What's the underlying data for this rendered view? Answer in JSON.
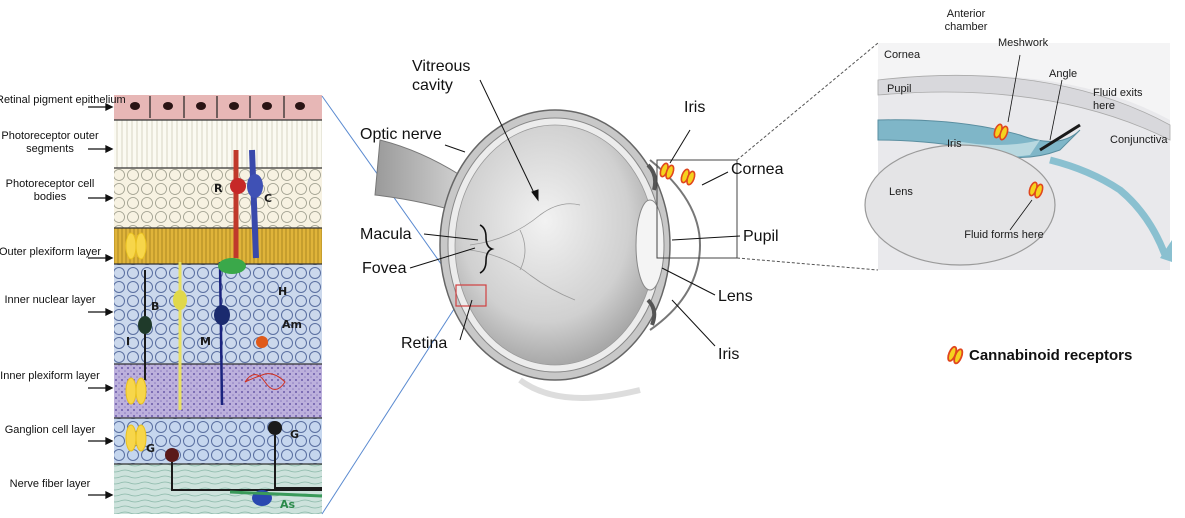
{
  "retina_panel": {
    "layers": [
      {
        "label": "Retinal pigment epithelium"
      },
      {
        "label": "Photoreceptor outer segments"
      },
      {
        "label": "Photoreceptor cell bodies"
      },
      {
        "label": "Outer plexiform layer"
      },
      {
        "label": "Inner nuclear layer"
      },
      {
        "label": "Inner plexiform layer"
      },
      {
        "label": "Ganglion cell layer"
      },
      {
        "label": "Nerve fiber layer"
      }
    ],
    "cell_letters": {
      "r": "R",
      "c": "C",
      "h": "H",
      "b": "B",
      "m": "M",
      "i": "I",
      "am": "Am",
      "g1": "G",
      "g2": "G",
      "as": "As"
    },
    "layer_colors": {
      "epithelium": "#e7b7b6",
      "outer_segments": "#fbfaf2",
      "cell_bodies": "#f7f2e2",
      "outer_plexiform": "#e0b43a",
      "inner_nuclear": "#cbd8ec",
      "inner_plexiform": "#bcb0dc",
      "ganglion": "#c5d6ee",
      "nerve_fiber": "#cde2dc"
    }
  },
  "eye_labels": {
    "vitreous": "Vitreous cavity",
    "optic_nerve": "Optic nerve",
    "macula": "Macula",
    "fovea": "Fovea",
    "retina": "Retina",
    "iris_top": "Iris",
    "cornea": "Cornea",
    "pupil": "Pupil",
    "lens": "Lens",
    "iris_bottom": "Iris"
  },
  "inset_labels": {
    "anterior_chamber": "Anterior chamber",
    "cornea": "Cornea",
    "meshwork": "Meshwork",
    "angle": "Angle",
    "fluid_exits": "Fluid exits here",
    "pupil": "Pupil",
    "iris": "Iris",
    "conjunctiva": "Conjunctiva",
    "lens": "Lens",
    "fluid_forms": "Fluid forms here"
  },
  "legend": {
    "label": "Cannabinoid receptors",
    "icon": "cannabinoid-receptor-icon",
    "receptor_fill": "#f5d21e",
    "receptor_outline": "#e0461e"
  }
}
